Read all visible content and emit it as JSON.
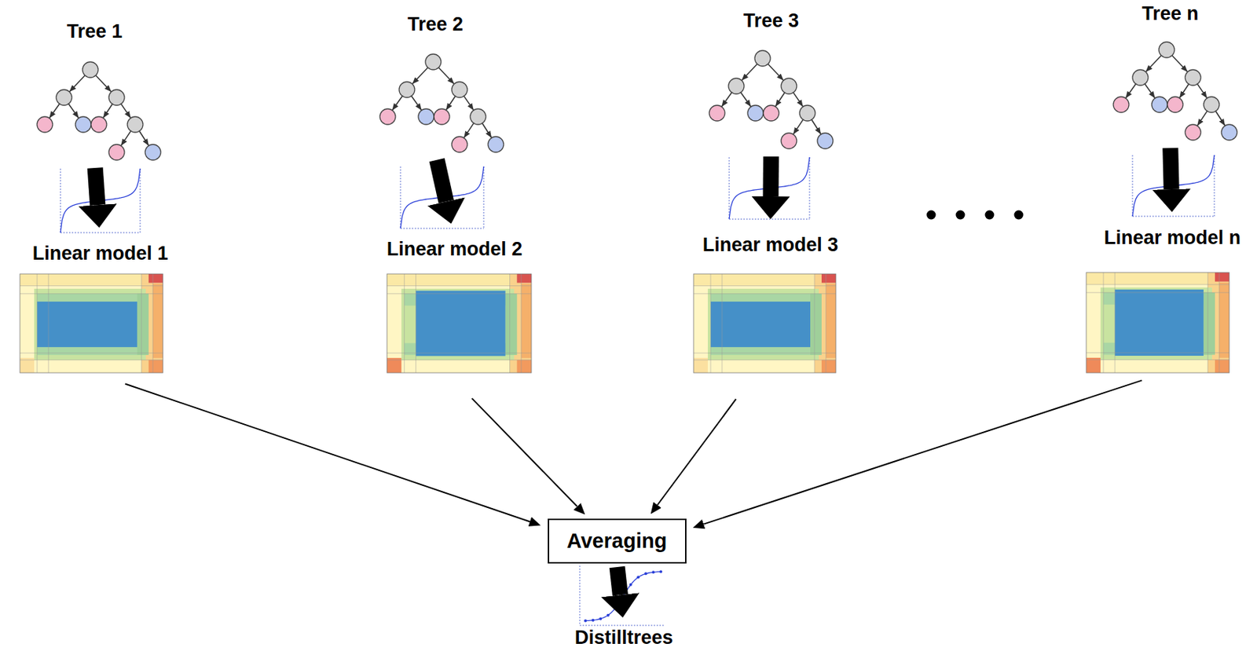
{
  "diagram": {
    "nodes": [
      {
        "text": [
          "Tree 1"
        ]
      },
      {
        "text": [
          "Tree 2"
        ]
      },
      {
        "text": [
          "Tree 3"
        ]
      },
      {
        "text": [
          "Tree n"
        ]
      },
      {
        "text": [
          "Linear model 1"
        ]
      },
      {
        "text": [
          "Linear model 2"
        ]
      },
      {
        "text": [
          "Linear model 3"
        ]
      },
      {
        "text": [
          "Linear model n"
        ]
      },
      {
        "text": [
          "Averaging"
        ]
      },
      {
        "text": [
          "Distilltrees"
        ]
      }
    ],
    "edges": [
      {
        "from": 0,
        "to": 4,
        "arrow": "to"
      },
      {
        "from": 1,
        "to": 5,
        "arrow": "to"
      },
      {
        "from": 2,
        "to": 6,
        "arrow": "to"
      },
      {
        "from": 3,
        "to": 7,
        "arrow": "to"
      },
      {
        "from": 4,
        "to": 8,
        "arrow": "to"
      },
      {
        "from": 5,
        "to": 8,
        "arrow": "to"
      },
      {
        "from": 6,
        "to": 8,
        "arrow": "to"
      },
      {
        "from": 7,
        "to": 8,
        "arrow": "to"
      },
      {
        "from": 8,
        "to": 9,
        "arrow": "to"
      }
    ]
  }
}
